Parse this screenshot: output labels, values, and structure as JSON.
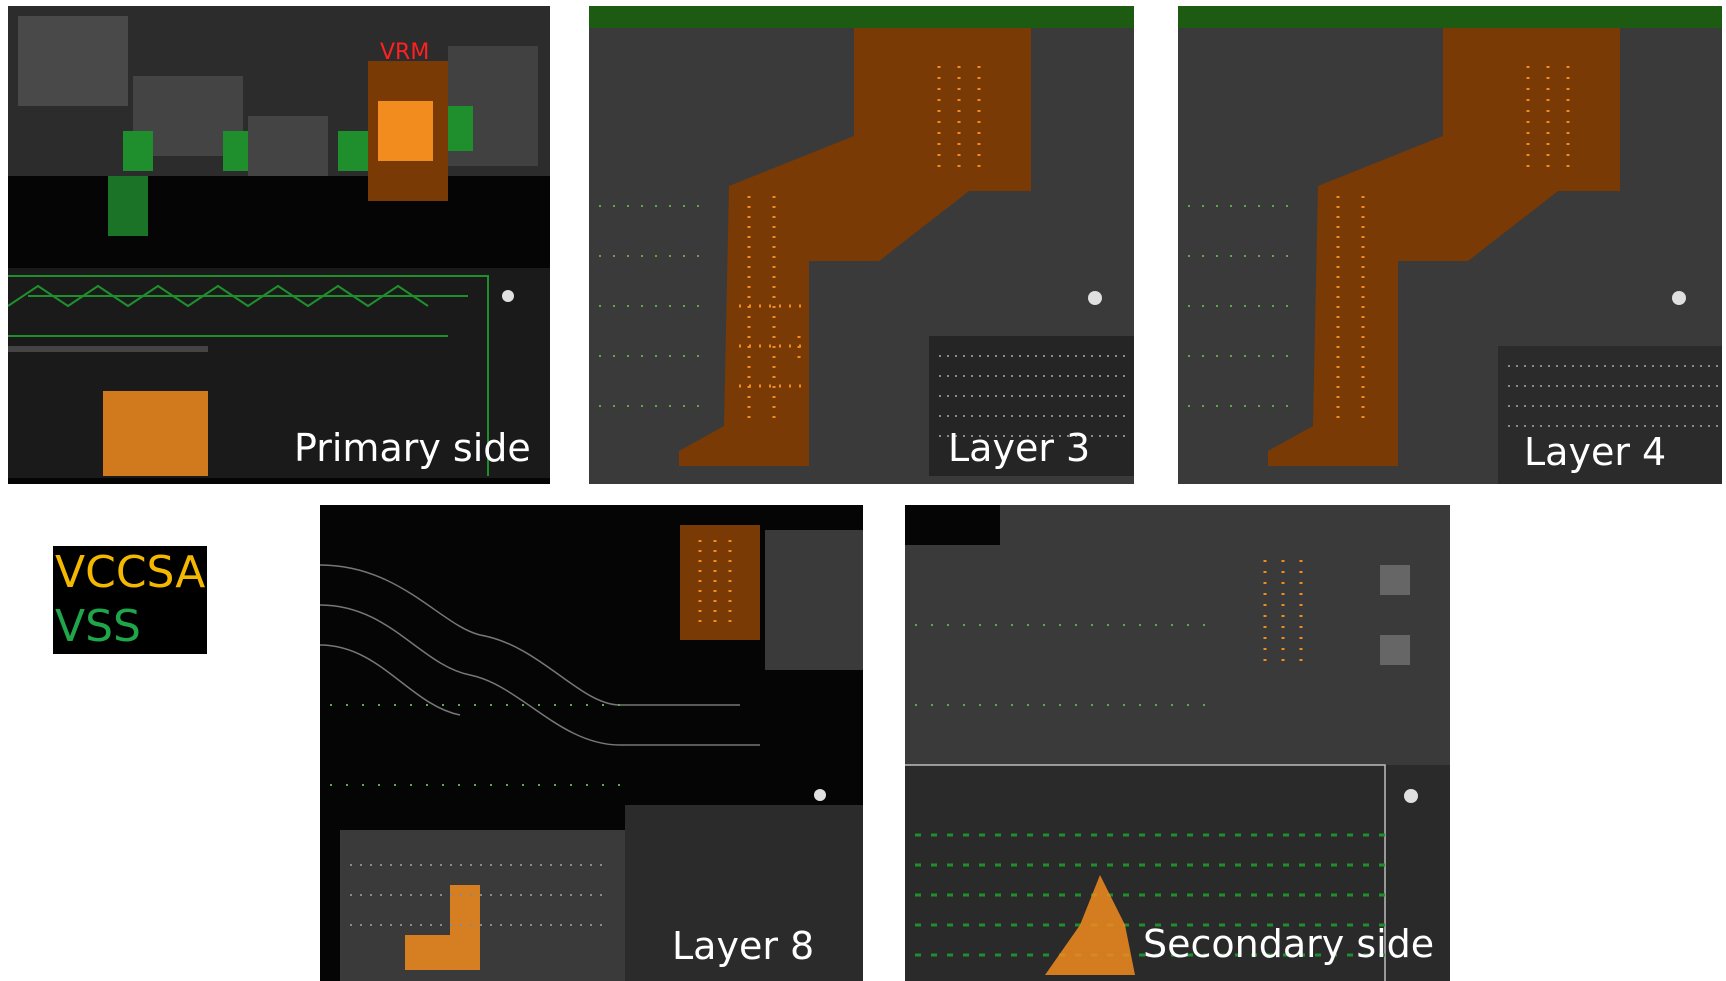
{
  "panels": [
    {
      "id": "primary",
      "caption": "Primary side"
    },
    {
      "id": "layer3",
      "caption": "Layer 3"
    },
    {
      "id": "layer4",
      "caption": "Layer 4"
    },
    {
      "id": "layer8",
      "caption": "Layer 8"
    },
    {
      "id": "secondary",
      "caption": "Secondary side"
    }
  ],
  "vrm_label": "VRM",
  "legend": [
    {
      "net": "VCCSA",
      "color": "#f5b800"
    },
    {
      "net": "VSS",
      "color": "#1fa64a"
    }
  ],
  "colors": {
    "board": "#3a3a3a",
    "background_dark": "#050505",
    "copper_vccsa": "#7a3a05",
    "via_vccsa": "#f28c1e",
    "vss": "#1f8f2e",
    "via": "#9a9a9a",
    "vrm_label": "#ff2020"
  }
}
